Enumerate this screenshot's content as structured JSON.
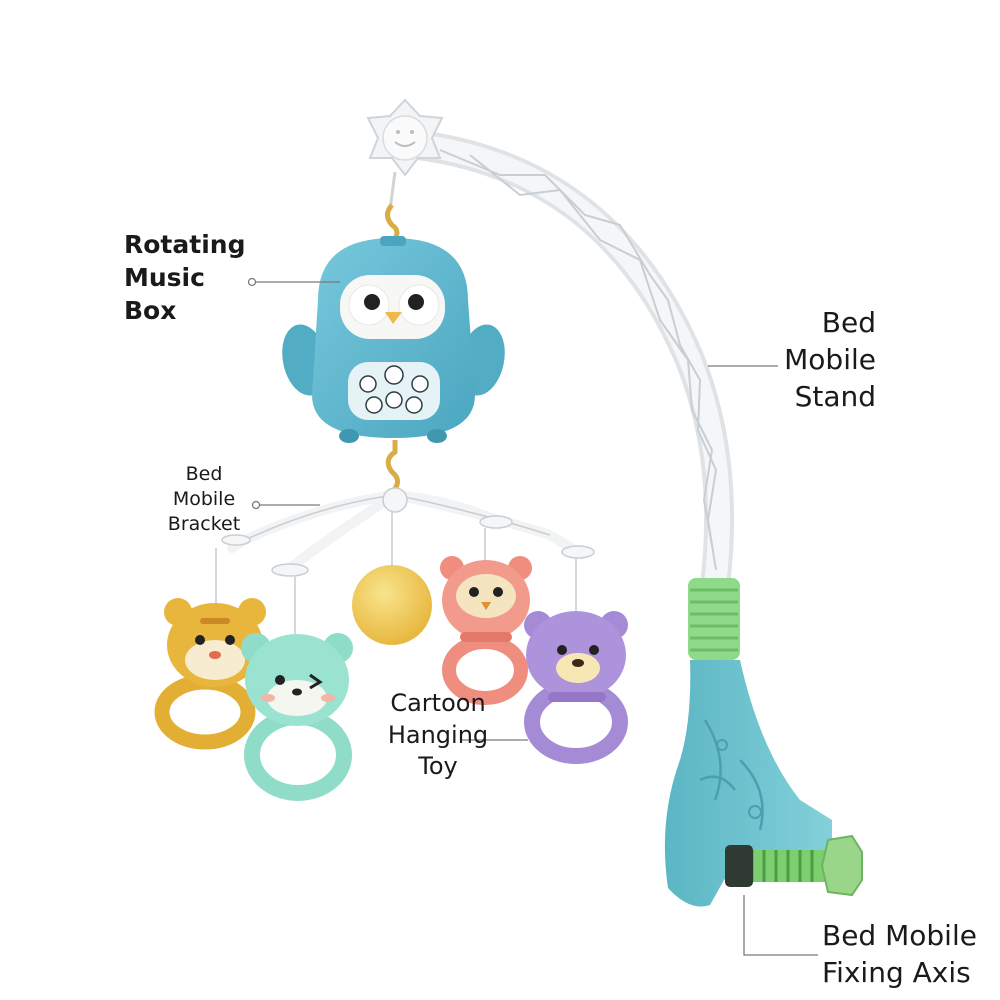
{
  "labels": {
    "music_box": [
      "Rotating",
      "Music",
      "Box"
    ],
    "stand": [
      "Bed",
      "Mobile",
      "Stand"
    ],
    "bracket": [
      "Bed",
      "Mobile",
      "Bracket"
    ],
    "hanging_toy": [
      "Cartoon",
      "Hanging",
      "Toy"
    ],
    "fixing_axis": [
      "Bed Mobile",
      "Fixing Axis"
    ]
  },
  "colors": {
    "owl_body": "#5ab5cc",
    "stand_arm": "#f1f3f4",
    "clamp": "#6ec3cf",
    "spring": "#8fd98a",
    "tiger": "#e8b63c",
    "mint_bear": "#8fdcc9",
    "coral_owl": "#ef8e7f",
    "purple_bear": "#a58ad6",
    "ball": "#f2cf5e"
  }
}
